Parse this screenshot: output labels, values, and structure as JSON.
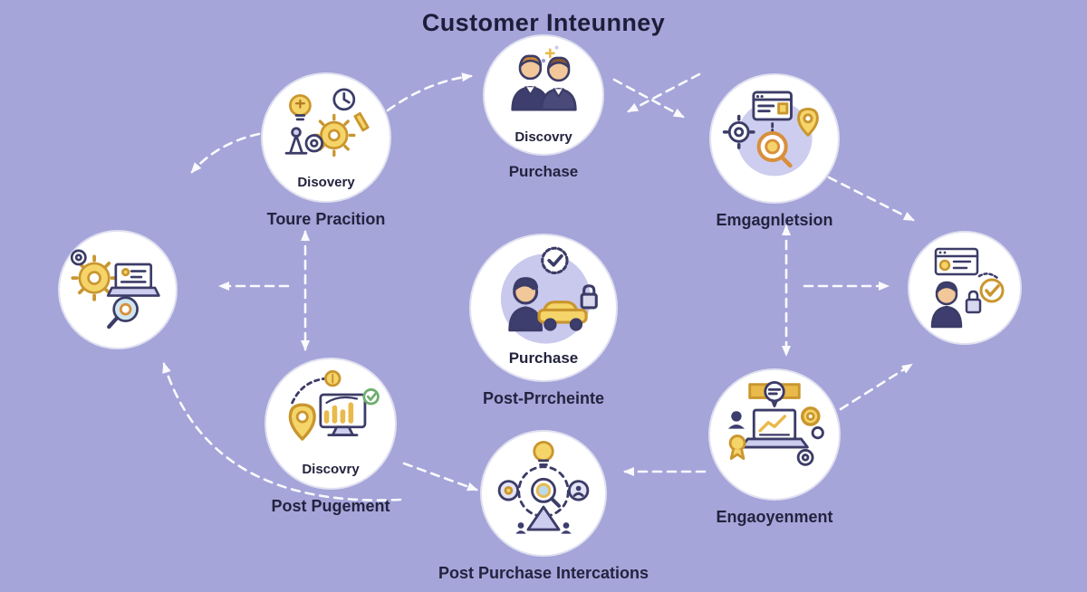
{
  "title": "Customer Inteunney",
  "colors": {
    "background": "#a5a5da",
    "node_fill": "#ffffff",
    "node_border": "#e0e0f0",
    "text": "#23233f",
    "accent_yellow": "#e9b949",
    "accent_purple": "#c9c9ee",
    "arrow": "#ffffff"
  },
  "nodes": [
    {
      "id": "discovery-top",
      "icon": "businessmen-meeting-icon",
      "inner_label": "Discovry",
      "caption": "Purchase"
    },
    {
      "id": "awareness-top-left",
      "icon": "tools-ideas-icon",
      "inner_label": "Disovery",
      "caption": "Toure Pracition"
    },
    {
      "id": "engagement-top-right",
      "icon": "browser-location-search-icon",
      "inner_label": "",
      "caption": "Emgagnletsion"
    },
    {
      "id": "research-mid-left",
      "icon": "gears-laptop-search-icon",
      "inner_label": "",
      "caption": ""
    },
    {
      "id": "purchase-center",
      "icon": "buyer-car-secure-icon",
      "inner_label": "Purchase",
      "caption": "Post-Prrcheinte"
    },
    {
      "id": "verified-mid-right",
      "icon": "browser-user-verified-icon",
      "inner_label": "",
      "caption": ""
    },
    {
      "id": "discovery-bottom-left",
      "icon": "location-analytics-icon",
      "inner_label": "Discovry",
      "caption": "Post Pugement"
    },
    {
      "id": "interactions-bottom-center",
      "icon": "idea-search-funnel-icon",
      "inner_label": "",
      "caption": "Post Purchase Intercations"
    },
    {
      "id": "engagement-bottom-right",
      "icon": "chat-analytics-gears-icon",
      "inner_label": "",
      "caption": "Engaoyenment"
    }
  ]
}
